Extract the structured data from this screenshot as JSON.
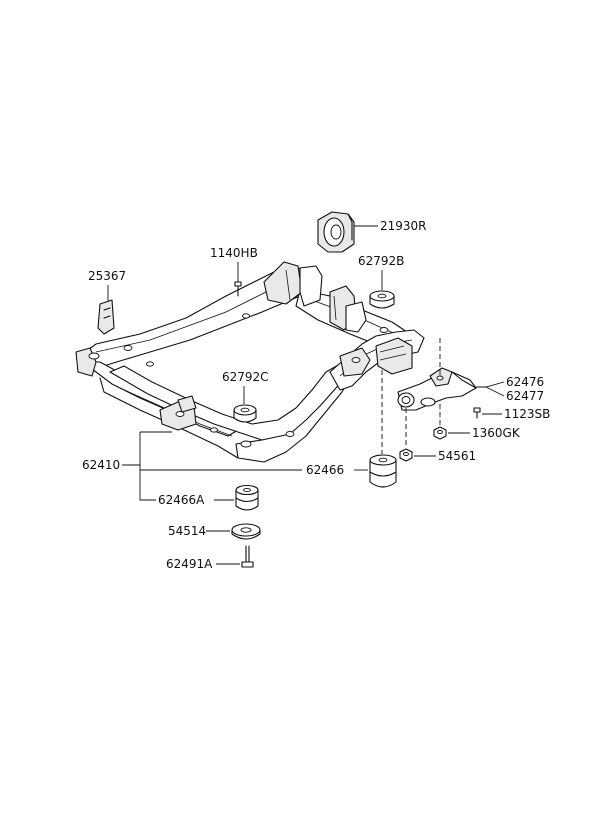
{
  "parts": {
    "p21930R": "21930R",
    "p1140HB": "1140HB",
    "p62792B": "62792B",
    "p25367": "25367",
    "p62792C": "62792C",
    "p62476": "62476",
    "p62477": "62477",
    "p1123SB": "1123SB",
    "p1360GK": "1360GK",
    "p62410": "62410",
    "p62466": "62466",
    "p54561": "54561",
    "p62466A": "62466A",
    "p54514": "54514",
    "p62491A": "62491A"
  }
}
